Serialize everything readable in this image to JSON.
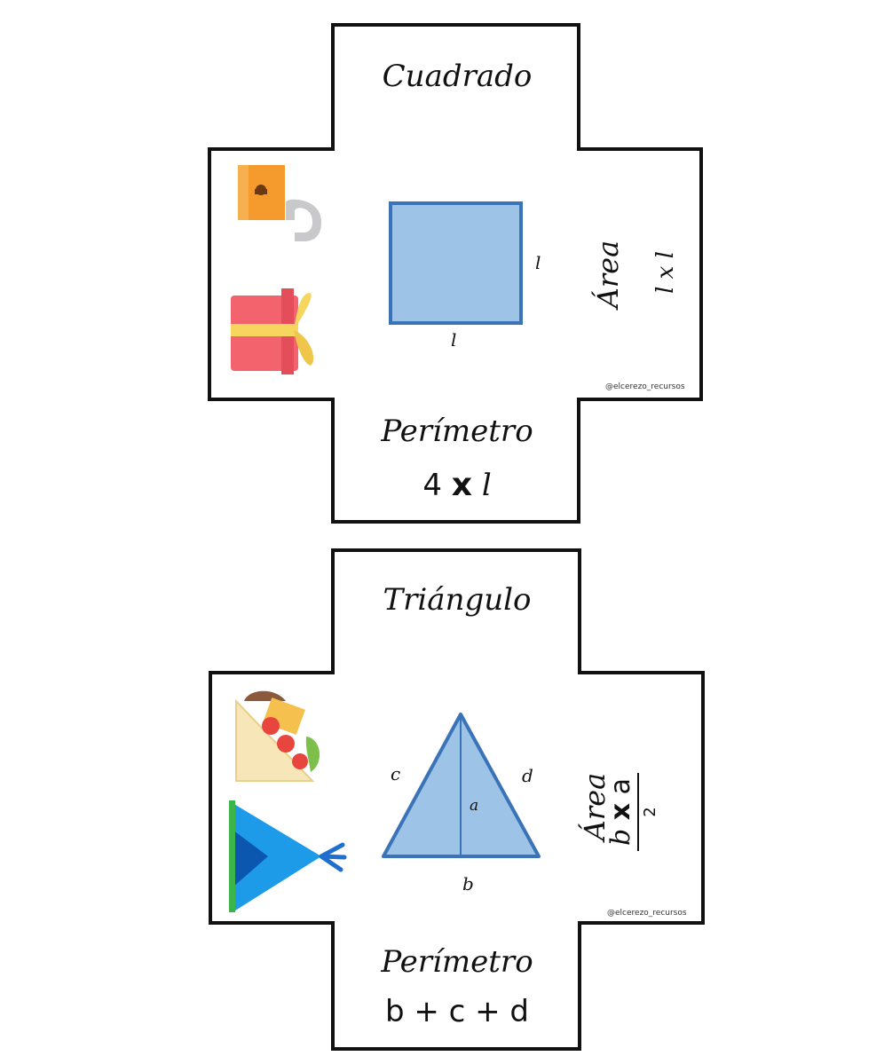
{
  "square": {
    "title": "Cuadrado",
    "side_right": "l",
    "side_bottom": "l",
    "area_title": "Área",
    "area_formula": "l x l",
    "perimeter_title": "Perímetro",
    "perimeter_num": "4",
    "perimeter_op": "x",
    "perimeter_var": "l",
    "watermark": "@elcerezo_recursos"
  },
  "triangle": {
    "title": "Triángulo",
    "side_c": "c",
    "side_d": "d",
    "height_a": "a",
    "base_b": "b",
    "area_title": "Área",
    "area_b": "b",
    "area_op": "x",
    "area_a": "a",
    "area_den": "2",
    "perimeter_title": "Perímetro",
    "perimeter_formula": "b + c + d",
    "watermark": "@elcerezo_recursos"
  },
  "colors": {
    "shape_fill": "#9dc3e6",
    "shape_stroke": "#3b73b9",
    "outline": "#111111"
  },
  "icons": [
    "padlock-icon",
    "gift-icon",
    "sandwich-icon",
    "teepee-icon"
  ]
}
